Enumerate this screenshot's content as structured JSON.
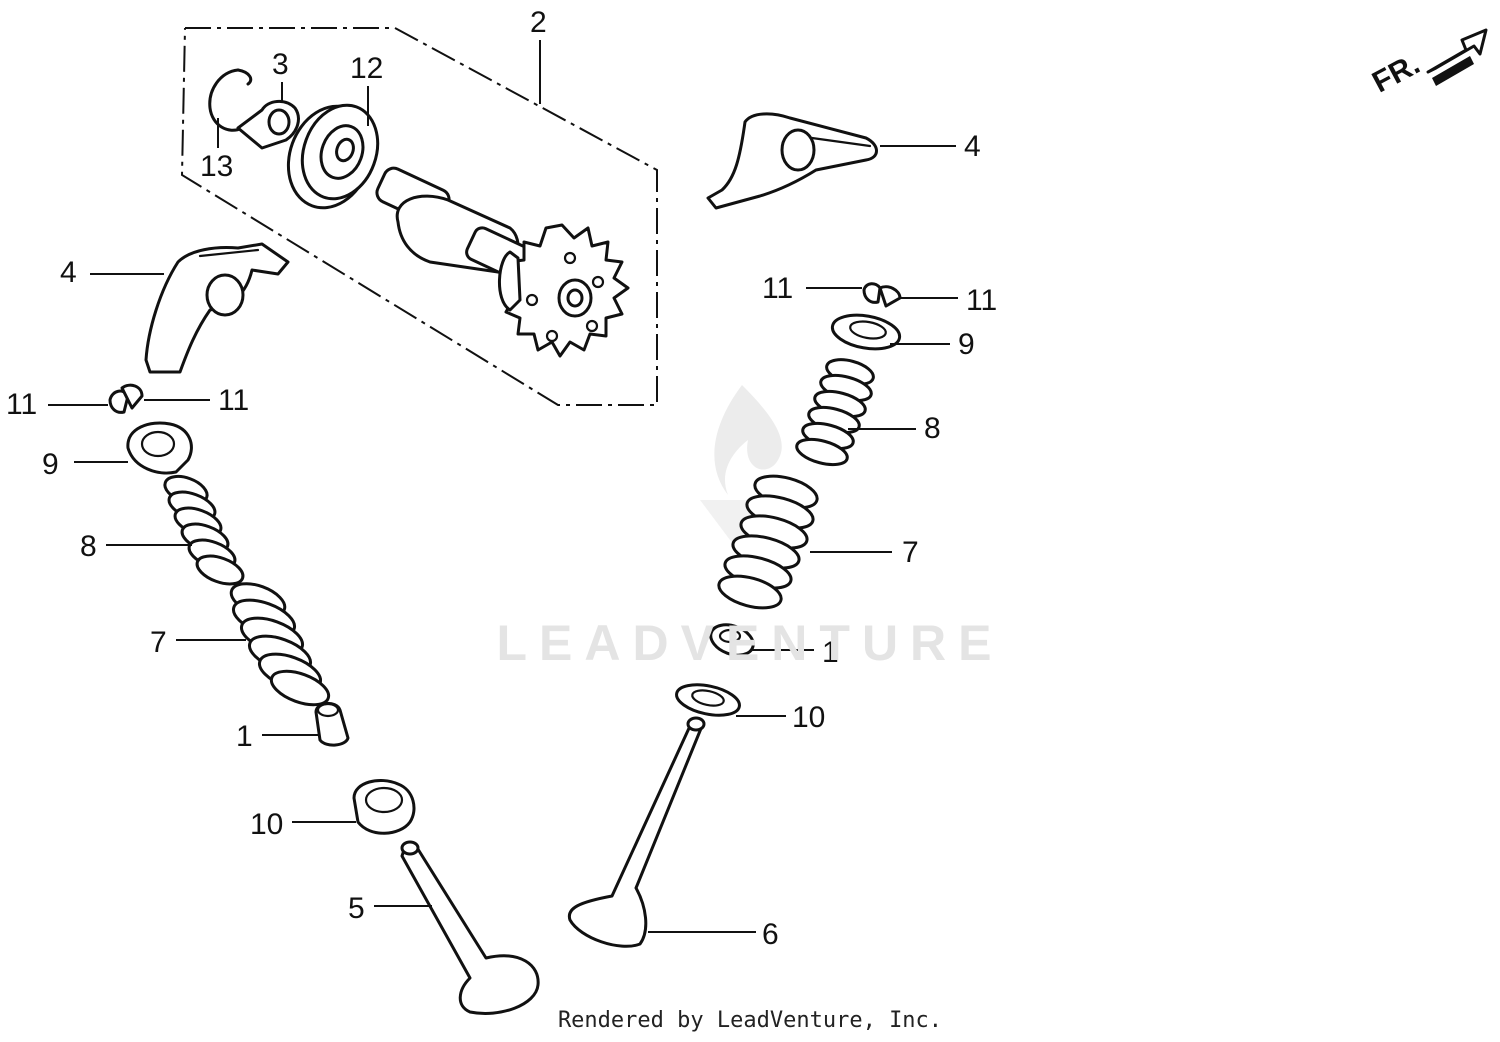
{
  "diagram": {
    "callouts": [
      "1",
      "1",
      "2",
      "3",
      "4",
      "4",
      "5",
      "6",
      "7",
      "7",
      "8",
      "8",
      "9",
      "9",
      "10",
      "10",
      "11",
      "11",
      "11",
      "11",
      "12",
      "13"
    ]
  },
  "direction_label": "FR.",
  "watermark": "LEADVENTURE",
  "footer": "Rendered by LeadVenture, Inc."
}
